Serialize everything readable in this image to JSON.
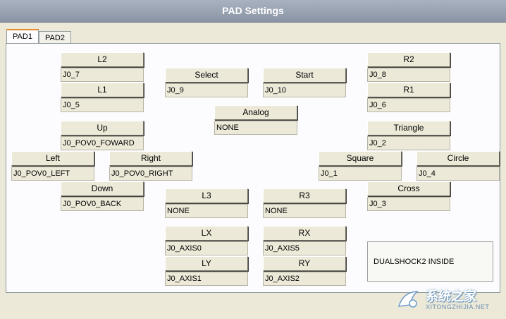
{
  "window": {
    "title": "PAD Settings"
  },
  "tabs": [
    {
      "label": "PAD1",
      "active": true
    },
    {
      "label": "PAD2",
      "active": false
    }
  ],
  "controls": {
    "l2": {
      "label": "L2",
      "value": "J0_7"
    },
    "l1": {
      "label": "L1",
      "value": "J0_5"
    },
    "up": {
      "label": "Up",
      "value": "J0_POV0_FOWARD"
    },
    "left": {
      "label": "Left",
      "value": "J0_POV0_LEFT"
    },
    "right": {
      "label": "Right",
      "value": "J0_POV0_RIGHT"
    },
    "down": {
      "label": "Down",
      "value": "J0_POV0_BACK"
    },
    "select": {
      "label": "Select",
      "value": "J0_9"
    },
    "start": {
      "label": "Start",
      "value": "J0_10"
    },
    "analog": {
      "label": "Analog",
      "value": "NONE"
    },
    "l3": {
      "label": "L3",
      "value": "NONE"
    },
    "r3": {
      "label": "R3",
      "value": "NONE"
    },
    "lx": {
      "label": "LX",
      "value": "J0_AXIS0"
    },
    "rx": {
      "label": "RX",
      "value": "J0_AXIS5"
    },
    "ly": {
      "label": "LY",
      "value": "J0_AXIS1"
    },
    "ry": {
      "label": "RY",
      "value": "J0_AXIS2"
    },
    "r2": {
      "label": "R2",
      "value": "J0_8"
    },
    "r1": {
      "label": "R1",
      "value": "J0_6"
    },
    "triangle": {
      "label": "Triangle",
      "value": "J0_2"
    },
    "square": {
      "label": "Square",
      "value": "J0_1"
    },
    "circle": {
      "label": "Circle",
      "value": "J0_4"
    },
    "cross": {
      "label": "Cross",
      "value": "J0_3"
    }
  },
  "info": {
    "text": "DUALSHOCK2 INSIDE"
  },
  "watermark": {
    "text": "系统之家",
    "url": "XITONGZHIJIA.NET"
  }
}
